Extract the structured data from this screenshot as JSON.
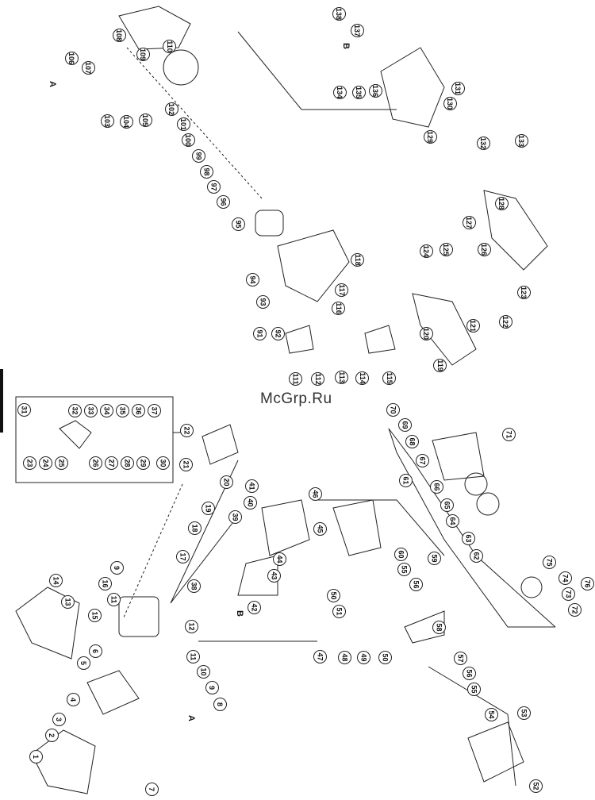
{
  "watermark": "McGrp.Ru",
  "reference_letters": [
    "A",
    "B",
    "A",
    "B"
  ],
  "callouts": [
    "108",
    "107",
    "106",
    "109",
    "110",
    "103",
    "104",
    "105",
    "102",
    "101",
    "100",
    "99",
    "98",
    "97",
    "96",
    "95",
    "94",
    "93",
    "118",
    "117",
    "116",
    "91",
    "92",
    "111",
    "112",
    "113",
    "114",
    "115",
    "119",
    "120",
    "121",
    "122",
    "123",
    "124",
    "125",
    "126",
    "127",
    "128",
    "138",
    "137",
    "136",
    "135",
    "134",
    "131",
    "130",
    "129",
    "132",
    "133",
    "31",
    "32",
    "33",
    "34",
    "35",
    "36",
    "37",
    "23",
    "24",
    "25",
    "26",
    "27",
    "28",
    "29",
    "30",
    "22",
    "21",
    "20",
    "19",
    "18",
    "17",
    "14",
    "13",
    "16",
    "9",
    "11",
    "15",
    "12",
    "6",
    "11",
    "10",
    "9",
    "8",
    "5",
    "4",
    "3",
    "2",
    "1",
    "7",
    "41",
    "40",
    "39",
    "45",
    "38",
    "44",
    "43",
    "42",
    "46",
    "50",
    "51",
    "47",
    "48",
    "49",
    "50",
    "58",
    "60",
    "55",
    "56",
    "59",
    "57",
    "56",
    "55",
    "54",
    "53",
    "52",
    "70",
    "69",
    "68",
    "67",
    "61",
    "66",
    "65",
    "64",
    "63",
    "62",
    "71",
    "75",
    "74",
    "73",
    "72",
    "76"
  ],
  "colors": {
    "ink": "#111111",
    "paper": "#ffffff"
  }
}
